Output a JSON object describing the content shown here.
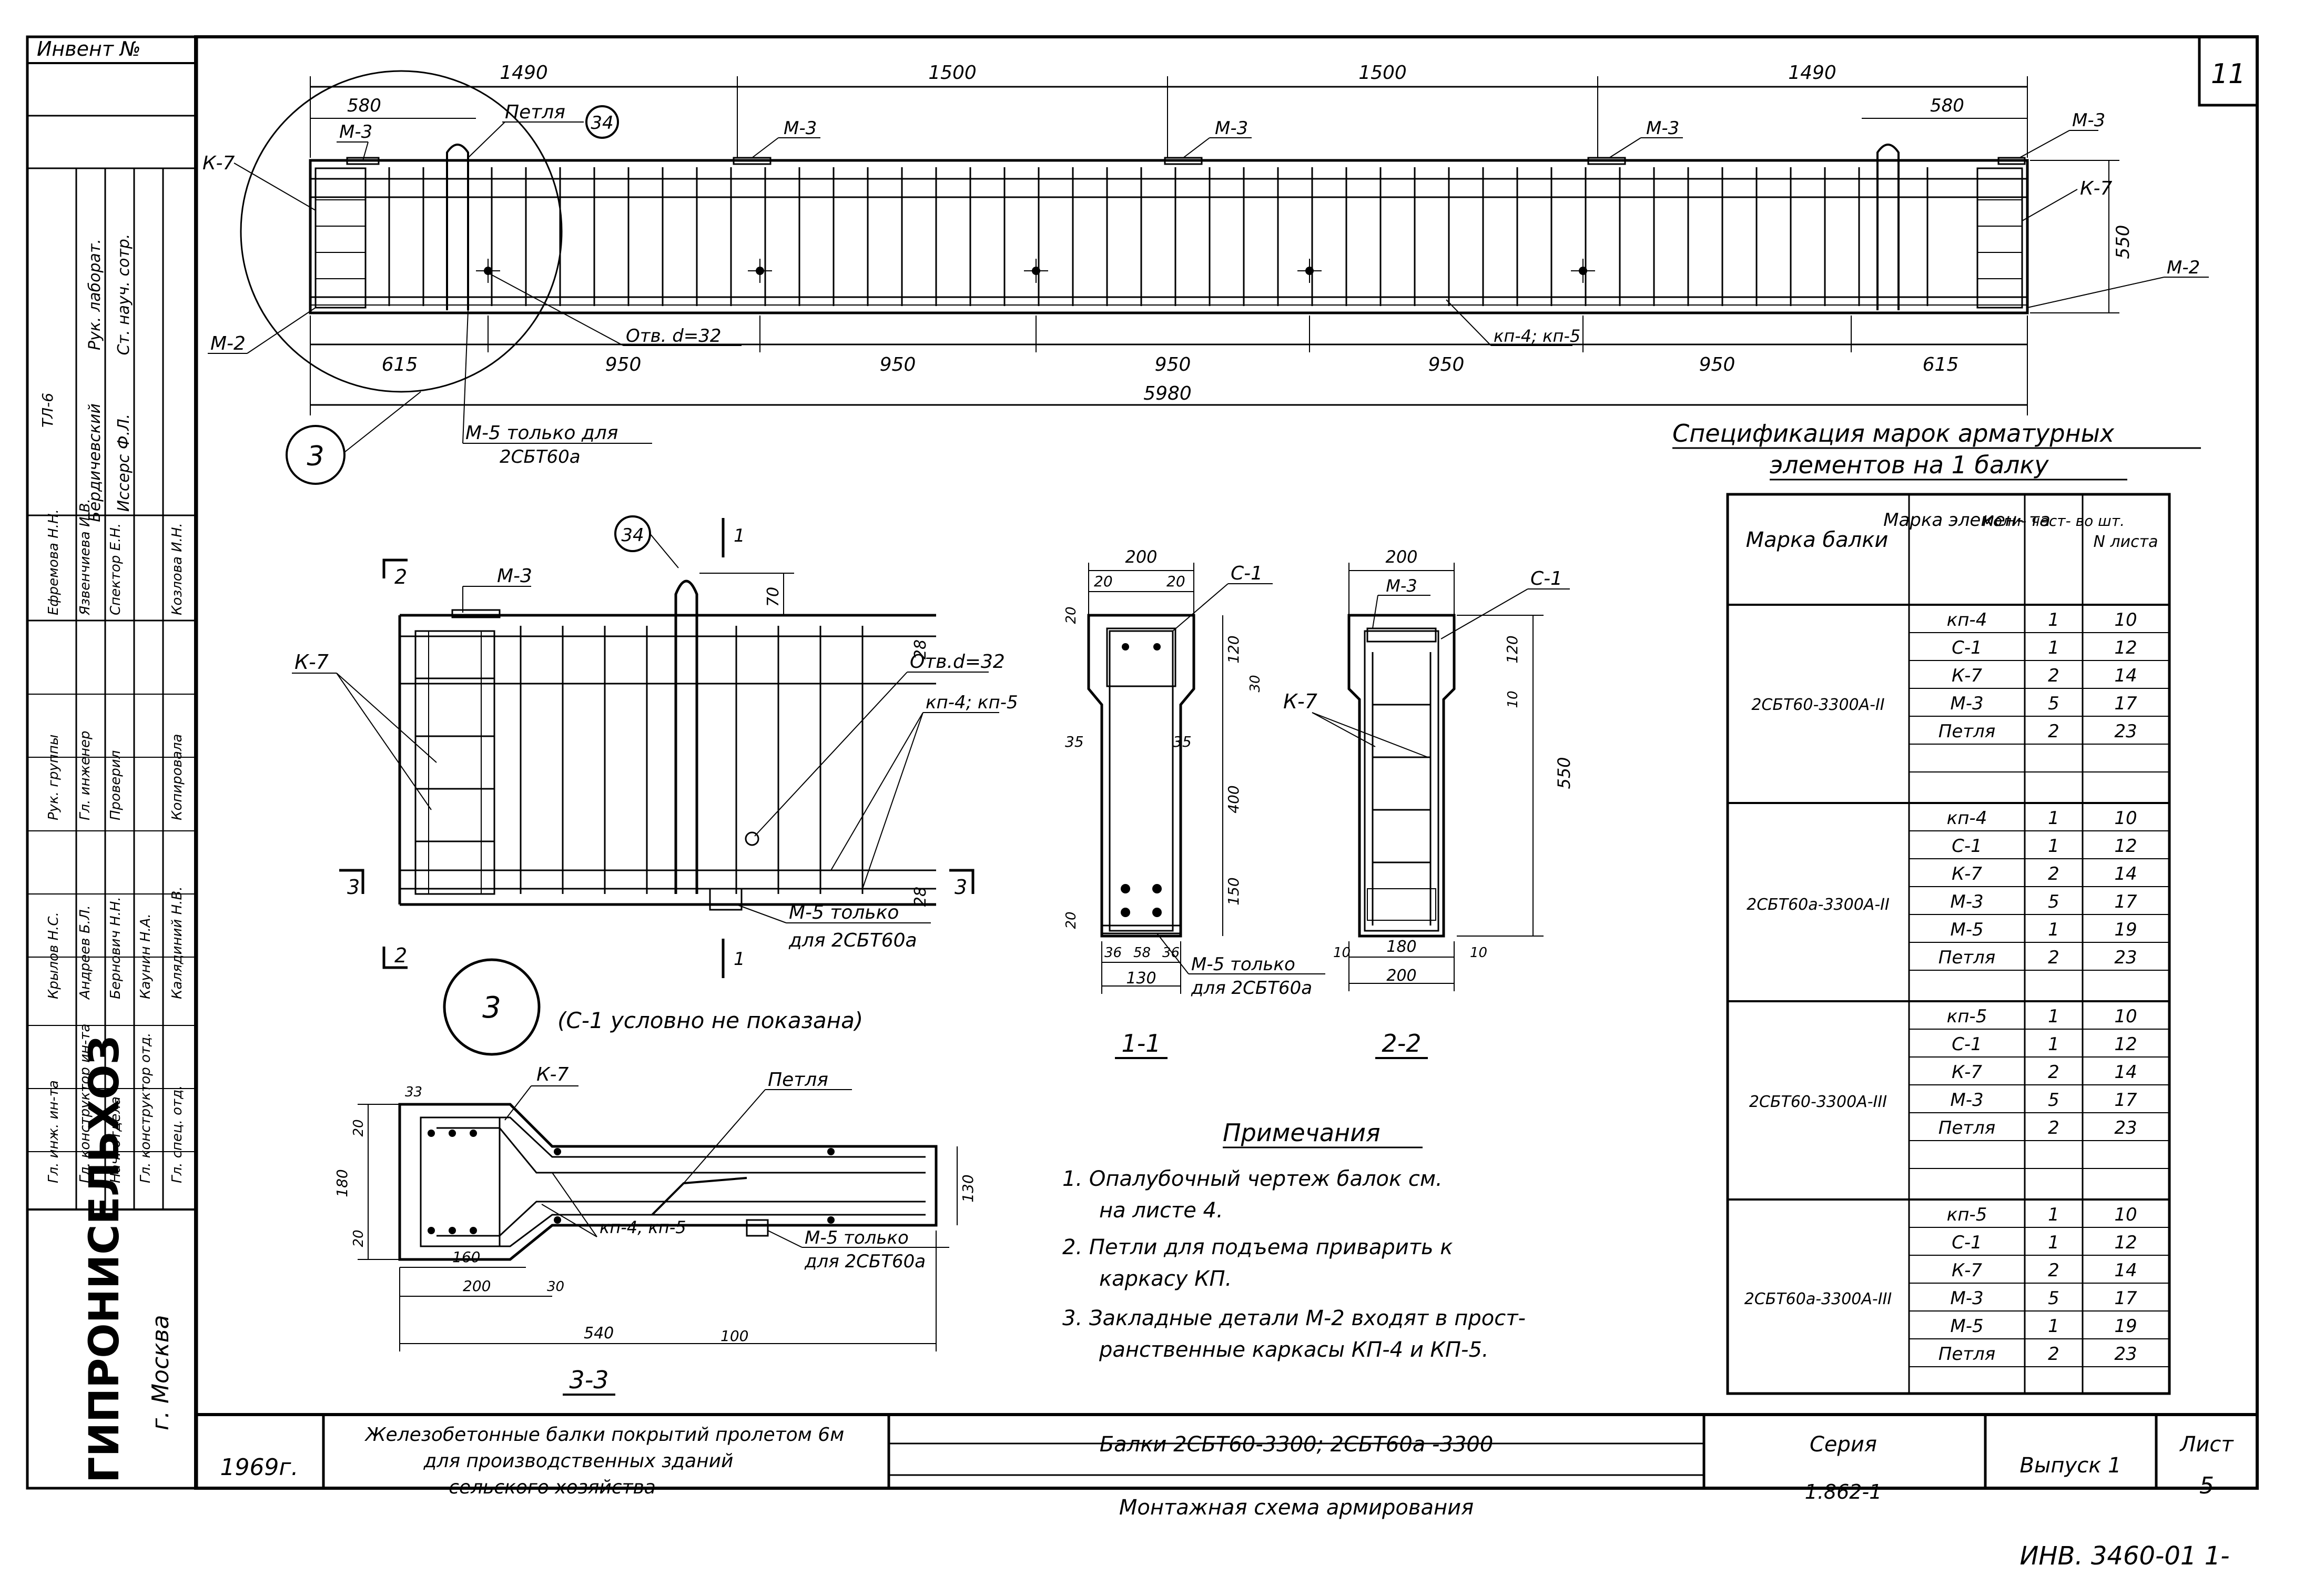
{
  "sheet": {
    "corner_number": "11",
    "inventory_label": "Инвент №",
    "bottom_stamp": "ИНВ. 3460-01 1-",
    "org_name": "ГИПРОНИСЕЛЬХОЗ",
    "org_city": "г. Москва",
    "year": "1969г.",
    "project_title_1": "Железобетонные балки покрытий пролетом 6м",
    "project_title_2": "для производственных зданий",
    "project_title_3": "сельского хозяйства",
    "drawing_title_1": "Балки 2СБТ60-3300; 2СБТ60а -3300",
    "drawing_title_2": "Монтажная схема армирования",
    "series_label": "Серия",
    "series_value": "1.862-1",
    "issue_label": "Выпуск 1",
    "sheet_label": "Лист",
    "sheet_value": "5"
  },
  "left_stamp": {
    "roles_top": [
      "Рук. лаборат.",
      "Ст. науч. сотр."
    ],
    "names_top": [
      "Бердичевский",
      "Иссерс Ф.Л."
    ],
    "roles": [
      "Гл. инж. ин-та",
      "Гл. конструктор ин-та",
      "Нач. отдела",
      "Гл. конструктор отд.",
      "Гл. спец. отд."
    ],
    "roles_right": [
      "Рук. группы",
      "Гл. инженер",
      "Проверил",
      "Копировала"
    ],
    "names": [
      "Крылов Н.С.",
      "Андреев Б.Л.",
      "Бернович Н.Н.",
      "Каунин Н.А.",
      "Калядиний Н.В."
    ],
    "names_right": [
      "Ефремова Н.Н.",
      "Язвенчиева И.В.",
      "Спектор Е.Н.",
      "Козлова И.Н."
    ],
    "code": "ТЛ-6"
  },
  "elevation": {
    "top_dims": [
      "1490",
      "1500",
      "1500",
      "1490"
    ],
    "dim_580_left": "580",
    "dim_580_right": "580",
    "bottom_dims": [
      "615",
      "950",
      "950",
      "950",
      "950",
      "950",
      "615"
    ],
    "total": "5980",
    "height": "550",
    "labels": {
      "m3": "М-3",
      "loop": "Петля",
      "k7": "К-7",
      "m2": "М-2",
      "hole": "Отв. d=32",
      "kp": "кп-4; кп-5",
      "m5_1": "М-5 только для",
      "m5_2": "2СБТ60а",
      "callout_34": "34",
      "callout_3": "3"
    }
  },
  "detail": {
    "labels": {
      "m3": "М-3",
      "k7": "К-7",
      "hole": "Отв.d=32",
      "kp": "кп-4; кп-5",
      "m5_1": "М-5 только",
      "m5_2": "для 2СБТ60а",
      "section_1": "1",
      "section_2": "2",
      "section_3": "3",
      "dim_70": "70",
      "dim_28": "28",
      "dim_28b": "28",
      "callout_34": "34",
      "callout_3": "3",
      "note": "(С-1 условно не показана)"
    }
  },
  "section_11": {
    "title": "1-1",
    "dims": {
      "w200": "200",
      "w20a": "20",
      "w20b": "20",
      "h120": "120",
      "h30": "30",
      "h35a": "35",
      "h35b": "35",
      "h400": "400",
      "h150": "150",
      "h20a": "20",
      "h20b": "20",
      "b36a": "36",
      "b58": "58",
      "b36b": "36",
      "b130": "130"
    },
    "labels": {
      "c1": "С-1",
      "m5_1": "М-5 только",
      "m5_2": "для 2СБТ60а"
    }
  },
  "section_22": {
    "title": "2-2",
    "dims": {
      "w200": "200",
      "h120": "120",
      "h10": "10",
      "h550": "550",
      "b10a": "10",
      "b180": "180",
      "b10b": "10",
      "b200": "200"
    },
    "labels": {
      "m3": "М-3",
      "c1": "С-1",
      "k7": "К-7"
    }
  },
  "section_33": {
    "title": "3-3",
    "dims": {
      "d33": "33",
      "d20a": "20",
      "d180": "180",
      "d20b": "20",
      "d130": "130",
      "d160": "160",
      "d200": "200",
      "d30": "30",
      "d540": "540",
      "d100": "100"
    },
    "labels": {
      "k7": "К-7",
      "loop": "Петля",
      "kp": "кп-4, кп-5",
      "m5_1": "М-5 только",
      "m5_2": "для 2СБТ60а"
    }
  },
  "notes": {
    "title": "Примечания",
    "items": [
      "1. Опалубочный чертеж балок см.",
      "на листе 4.",
      "2. Петли для подъема приварить к",
      "каркасу КП.",
      "3. Закладные детали М-2 входят в прост-",
      "ранственные каркасы КП-4 и КП-5."
    ]
  },
  "spec": {
    "title_1": "Спецификация марок арматурных",
    "title_2": "элементов на 1 балку",
    "headers": [
      "Марка балки",
      "Марка элемен- та",
      "Коли- чест- во шт.",
      "N листа"
    ],
    "groups": [
      {
        "beam": "2СБТ60-3300А-II",
        "rows": [
          [
            "кп-4",
            "1",
            "10"
          ],
          [
            "С-1",
            "1",
            "12"
          ],
          [
            "К-7",
            "2",
            "14"
          ],
          [
            "М-3",
            "5",
            "17"
          ],
          [
            "Петля",
            "2",
            "23"
          ]
        ]
      },
      {
        "beam": "2СБТ60а-3300А-II",
        "rows": [
          [
            "кп-4",
            "1",
            "10"
          ],
          [
            "С-1",
            "1",
            "12"
          ],
          [
            "К-7",
            "2",
            "14"
          ],
          [
            "М-3",
            "5",
            "17"
          ],
          [
            "М-5",
            "1",
            "19"
          ],
          [
            "Петля",
            "2",
            "23"
          ]
        ]
      },
      {
        "beam": "2СБТ60-3300А-III",
        "rows": [
          [
            "кп-5",
            "1",
            "10"
          ],
          [
            "С-1",
            "1",
            "12"
          ],
          [
            "К-7",
            "2",
            "14"
          ],
          [
            "М-3",
            "5",
            "17"
          ],
          [
            "Петля",
            "2",
            "23"
          ]
        ]
      },
      {
        "beam": "2СБТ60а-3300А-III",
        "rows": [
          [
            "кп-5",
            "1",
            "10"
          ],
          [
            "С-1",
            "1",
            "12"
          ],
          [
            "К-7",
            "2",
            "14"
          ],
          [
            "М-3",
            "5",
            "17"
          ],
          [
            "М-5",
            "1",
            "19"
          ],
          [
            "Петля",
            "2",
            "23"
          ]
        ]
      }
    ]
  }
}
